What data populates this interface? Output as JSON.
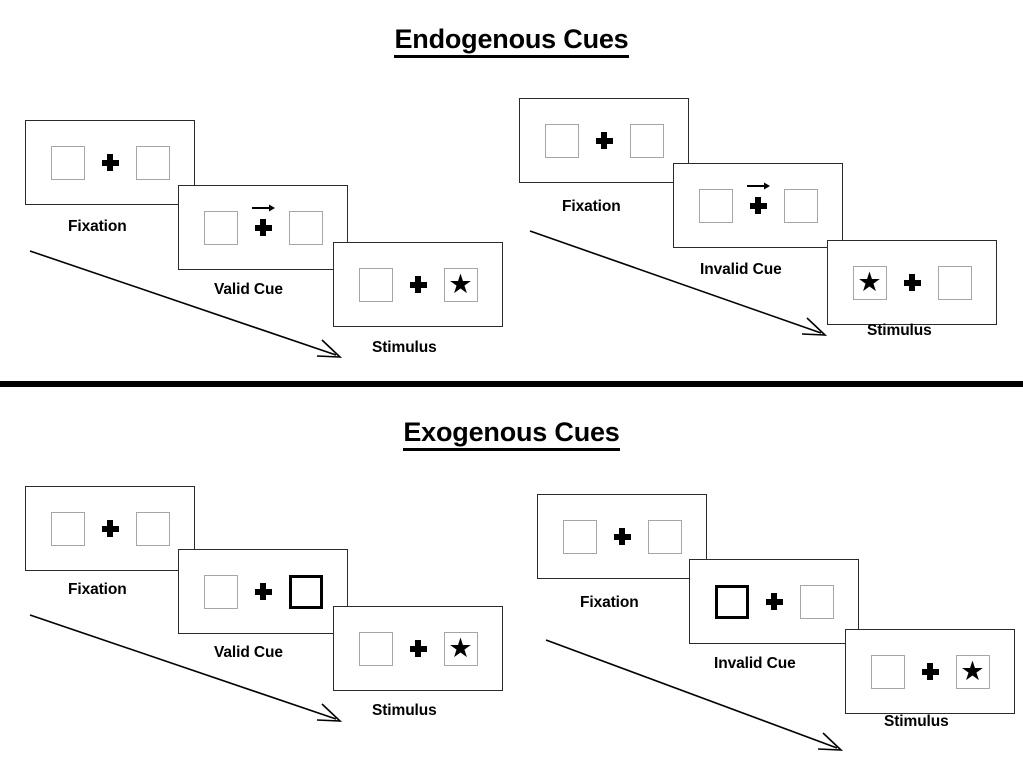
{
  "sections": [
    {
      "id": "endogenous",
      "title": "Endogenous Cues",
      "groups": [
        {
          "id": "endogenous-valid",
          "cue_type": "arrow",
          "validity": "valid",
          "panels": [
            {
              "stage": "Fixation",
              "left_box": "empty",
              "right_box": "empty",
              "cue": "none",
              "stimulus_side": "none"
            },
            {
              "stage": "Valid Cue",
              "left_box": "empty",
              "right_box": "empty",
              "cue": "arrow-right",
              "stimulus_side": "none"
            },
            {
              "stage": "Stimulus",
              "left_box": "empty",
              "right_box": "star",
              "cue": "none",
              "stimulus_side": "right"
            }
          ]
        },
        {
          "id": "endogenous-invalid",
          "cue_type": "arrow",
          "validity": "invalid",
          "panels": [
            {
              "stage": "Fixation",
              "left_box": "empty",
              "right_box": "empty",
              "cue": "none",
              "stimulus_side": "none"
            },
            {
              "stage": "Invalid Cue",
              "left_box": "empty",
              "right_box": "empty",
              "cue": "arrow-right",
              "stimulus_side": "none"
            },
            {
              "stage": "Stimulus",
              "left_box": "star",
              "right_box": "empty",
              "cue": "none",
              "stimulus_side": "left"
            }
          ]
        }
      ]
    },
    {
      "id": "exogenous",
      "title": "Exogenous Cues",
      "groups": [
        {
          "id": "exogenous-valid",
          "cue_type": "box-highlight",
          "validity": "valid",
          "panels": [
            {
              "stage": "Fixation",
              "left_box": "empty",
              "right_box": "empty",
              "cue": "none",
              "stimulus_side": "none"
            },
            {
              "stage": "Valid Cue",
              "left_box": "empty",
              "right_box": "cued",
              "cue": "highlight-right",
              "stimulus_side": "none"
            },
            {
              "stage": "Stimulus",
              "left_box": "empty",
              "right_box": "star",
              "cue": "none",
              "stimulus_side": "right"
            }
          ]
        },
        {
          "id": "exogenous-invalid",
          "cue_type": "box-highlight",
          "validity": "invalid",
          "panels": [
            {
              "stage": "Fixation",
              "left_box": "empty",
              "right_box": "empty",
              "cue": "none",
              "stimulus_side": "none"
            },
            {
              "stage": "Invalid Cue",
              "left_box": "cued",
              "right_box": "empty",
              "cue": "highlight-left",
              "stimulus_side": "none"
            },
            {
              "stage": "Stimulus",
              "left_box": "empty",
              "right_box": "star",
              "cue": "none",
              "stimulus_side": "right"
            }
          ]
        }
      ]
    }
  ],
  "glyphs": {
    "star": "★"
  },
  "colors": {
    "panel_border": "#2b2b2b",
    "box_border": "#a6a6a6",
    "cued_box_border": "#000000",
    "stimulus": "#000000",
    "divider": "#000000",
    "text": "#000000"
  }
}
